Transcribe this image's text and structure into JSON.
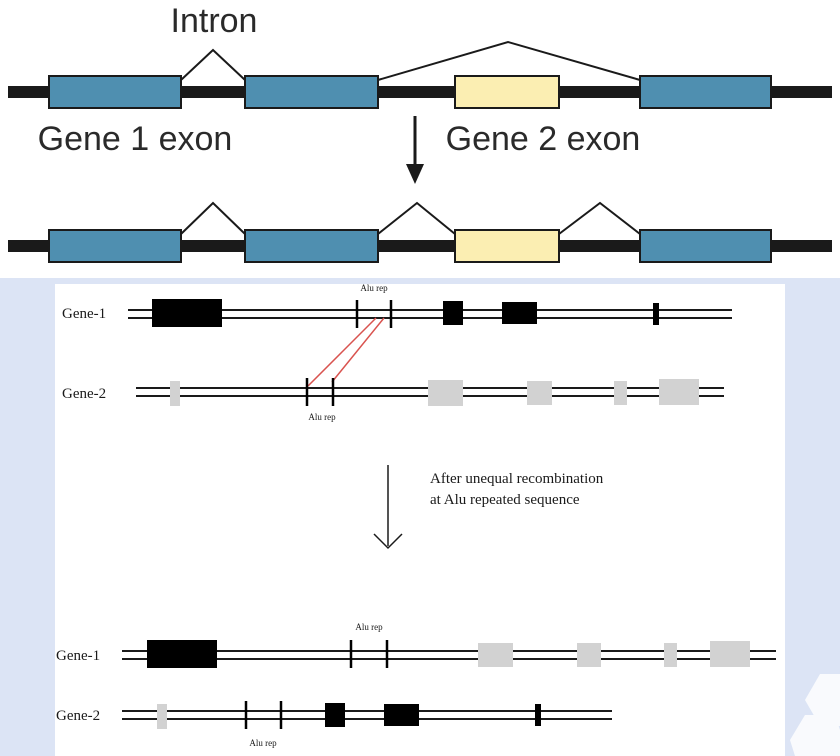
{
  "top_panel": {
    "intron_label": "Intron",
    "gene1_exon_label": "Gene 1 exon",
    "gene2_exon_label": "Gene 2 exon"
  },
  "bottom_panel": {
    "before": {
      "gene1_label": "Gene-1",
      "gene2_label": "Gene-2",
      "alu_label_gene1": "Alu rep",
      "alu_label_gene2": "Alu rep"
    },
    "arrow_caption_line1": "After unequal recombination",
    "arrow_caption_line2": "at Alu repeated  sequence",
    "after": {
      "gene1_label": "Gene-1",
      "gene2_label": "Gene-2",
      "alu_label_gene1": "Alu rep",
      "alu_label_gene2": "Alu rep"
    }
  },
  "colors": {
    "blue_exon": "#4f8fb0",
    "yellow_exon": "#fbeeb2",
    "dna_line": "#1a1a1a",
    "light_blue_bg": "#dce4f5",
    "grey_exon": "#d2d2d2",
    "red_line": "#d9534f"
  }
}
